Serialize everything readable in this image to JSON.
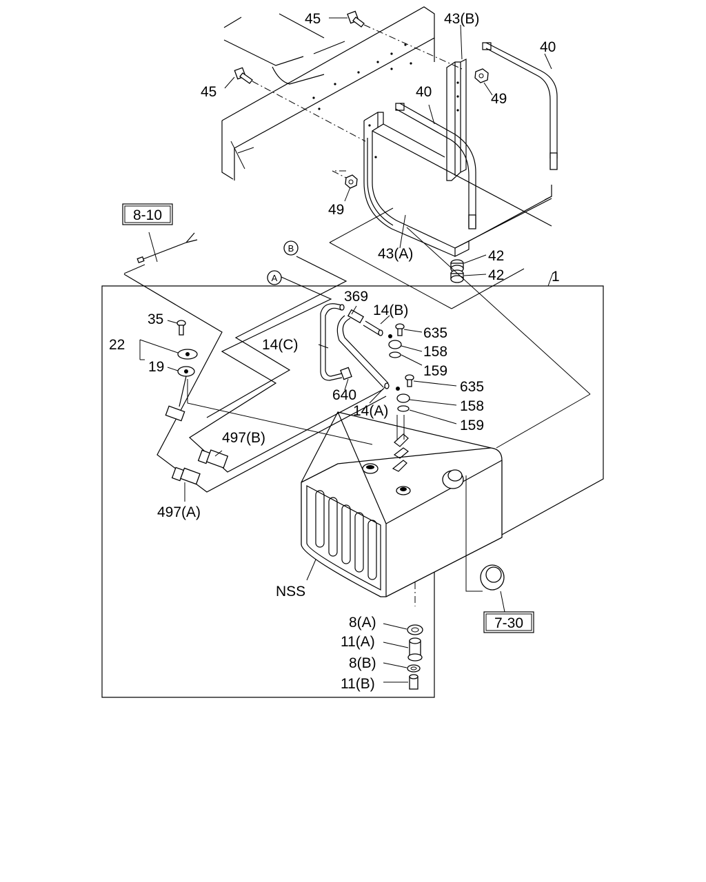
{
  "diagram": {
    "ref_boxes": {
      "fuel_gauge_ref": "8-10",
      "filler_cap_ref": "7-30"
    },
    "circle_labels": {
      "a": "A",
      "b": "B"
    },
    "callouts": {
      "p45_top": "45",
      "p43b": "43(B)",
      "p40_right": "40",
      "p45_left": "45",
      "p49_top": "49",
      "p40_mid": "40",
      "p49_bottom": "49",
      "p43a": "43(A)",
      "p42_top": "42",
      "p42_bottom": "42",
      "p1": "1",
      "p369": "369",
      "p14b": "14(B)",
      "p635_top": "635",
      "p158_top": "158",
      "p159_top": "159",
      "p35": "35",
      "p22": "22",
      "p19": "19",
      "p14c": "14(C)",
      "p640": "640",
      "p635_bottom": "635",
      "p14a": "14(A)",
      "p158_bottom": "158",
      "p159_bottom": "159",
      "p497b": "497(B)",
      "p497a": "497(A)",
      "nss": "NSS",
      "p8a": "8(A)",
      "p11a": "11(A)",
      "p8b": "8(B)",
      "p11b": "11(B)"
    }
  }
}
